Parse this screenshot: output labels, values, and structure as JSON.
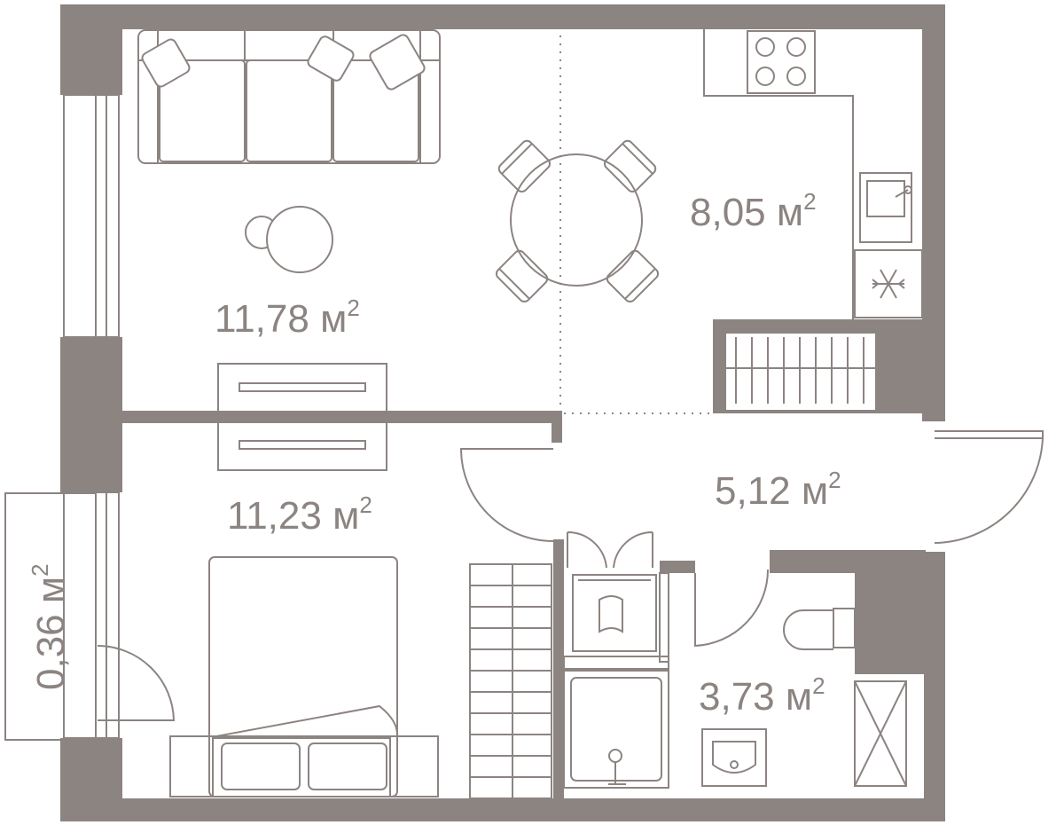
{
  "colors": {
    "wall": "#8c8481",
    "line": "#8c8481",
    "background": "#ffffff"
  },
  "rooms": {
    "living": {
      "area": "11,78 м",
      "sup": "2"
    },
    "kitchen": {
      "area": "8,05 м",
      "sup": "2"
    },
    "hall": {
      "area": "5,12 м",
      "sup": "2"
    },
    "bedroom": {
      "area": "11,23 м",
      "sup": "2"
    },
    "bathroom": {
      "area": "3,73 м",
      "sup": "2"
    },
    "balcony": {
      "area": "0,36 м",
      "sup": "2"
    }
  },
  "icons": [
    "sofa-icon",
    "pillow-icon",
    "armchair-icon",
    "dining-table-icon",
    "chair-icon",
    "stove-icon",
    "sink-icon",
    "fridge-snowflake-icon",
    "wardrobe-icon",
    "bed-icon",
    "washing-machine-icon",
    "shower-icon",
    "toilet-icon",
    "washbasin-icon",
    "door-swing-icon",
    "window-icon"
  ]
}
